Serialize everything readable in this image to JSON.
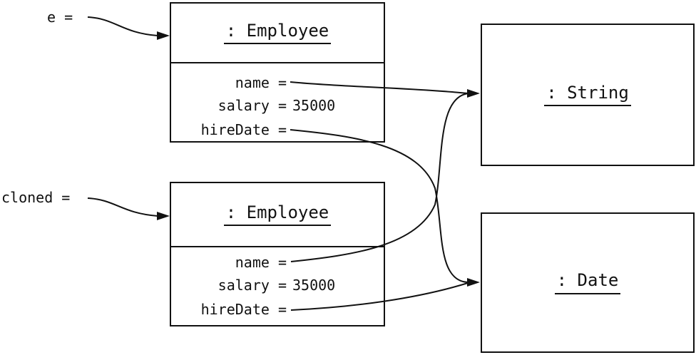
{
  "diagram": {
    "background": "#ffffff",
    "line_color": "#111111",
    "var_e": {
      "label": "e ="
    },
    "var_cloned": {
      "label": "cloned ="
    },
    "objects": {
      "employee_e": {
        "title": ": Employee",
        "fields": [
          {
            "label": "name =",
            "value": ""
          },
          {
            "label": "salary =",
            "value": "35000"
          },
          {
            "label": "hireDate =",
            "value": ""
          }
        ]
      },
      "employee_cloned": {
        "title": ": Employee",
        "fields": [
          {
            "label": "name =",
            "value": ""
          },
          {
            "label": "salary =",
            "value": "35000"
          },
          {
            "label": "hireDate =",
            "value": ""
          }
        ]
      },
      "string_object": {
        "title": ": String"
      },
      "date_object": {
        "title": ": Date"
      }
    },
    "connections": [
      {
        "from": "e",
        "to": "employee_e"
      },
      {
        "from": "cloned",
        "to": "employee_cloned"
      },
      {
        "from": "employee_e.name",
        "to": "string_object"
      },
      {
        "from": "employee_cloned.name",
        "to": "string_object"
      },
      {
        "from": "employee_e.hireDate",
        "to": "date_object"
      },
      {
        "from": "employee_cloned.hireDate",
        "to": "date_object"
      }
    ]
  }
}
